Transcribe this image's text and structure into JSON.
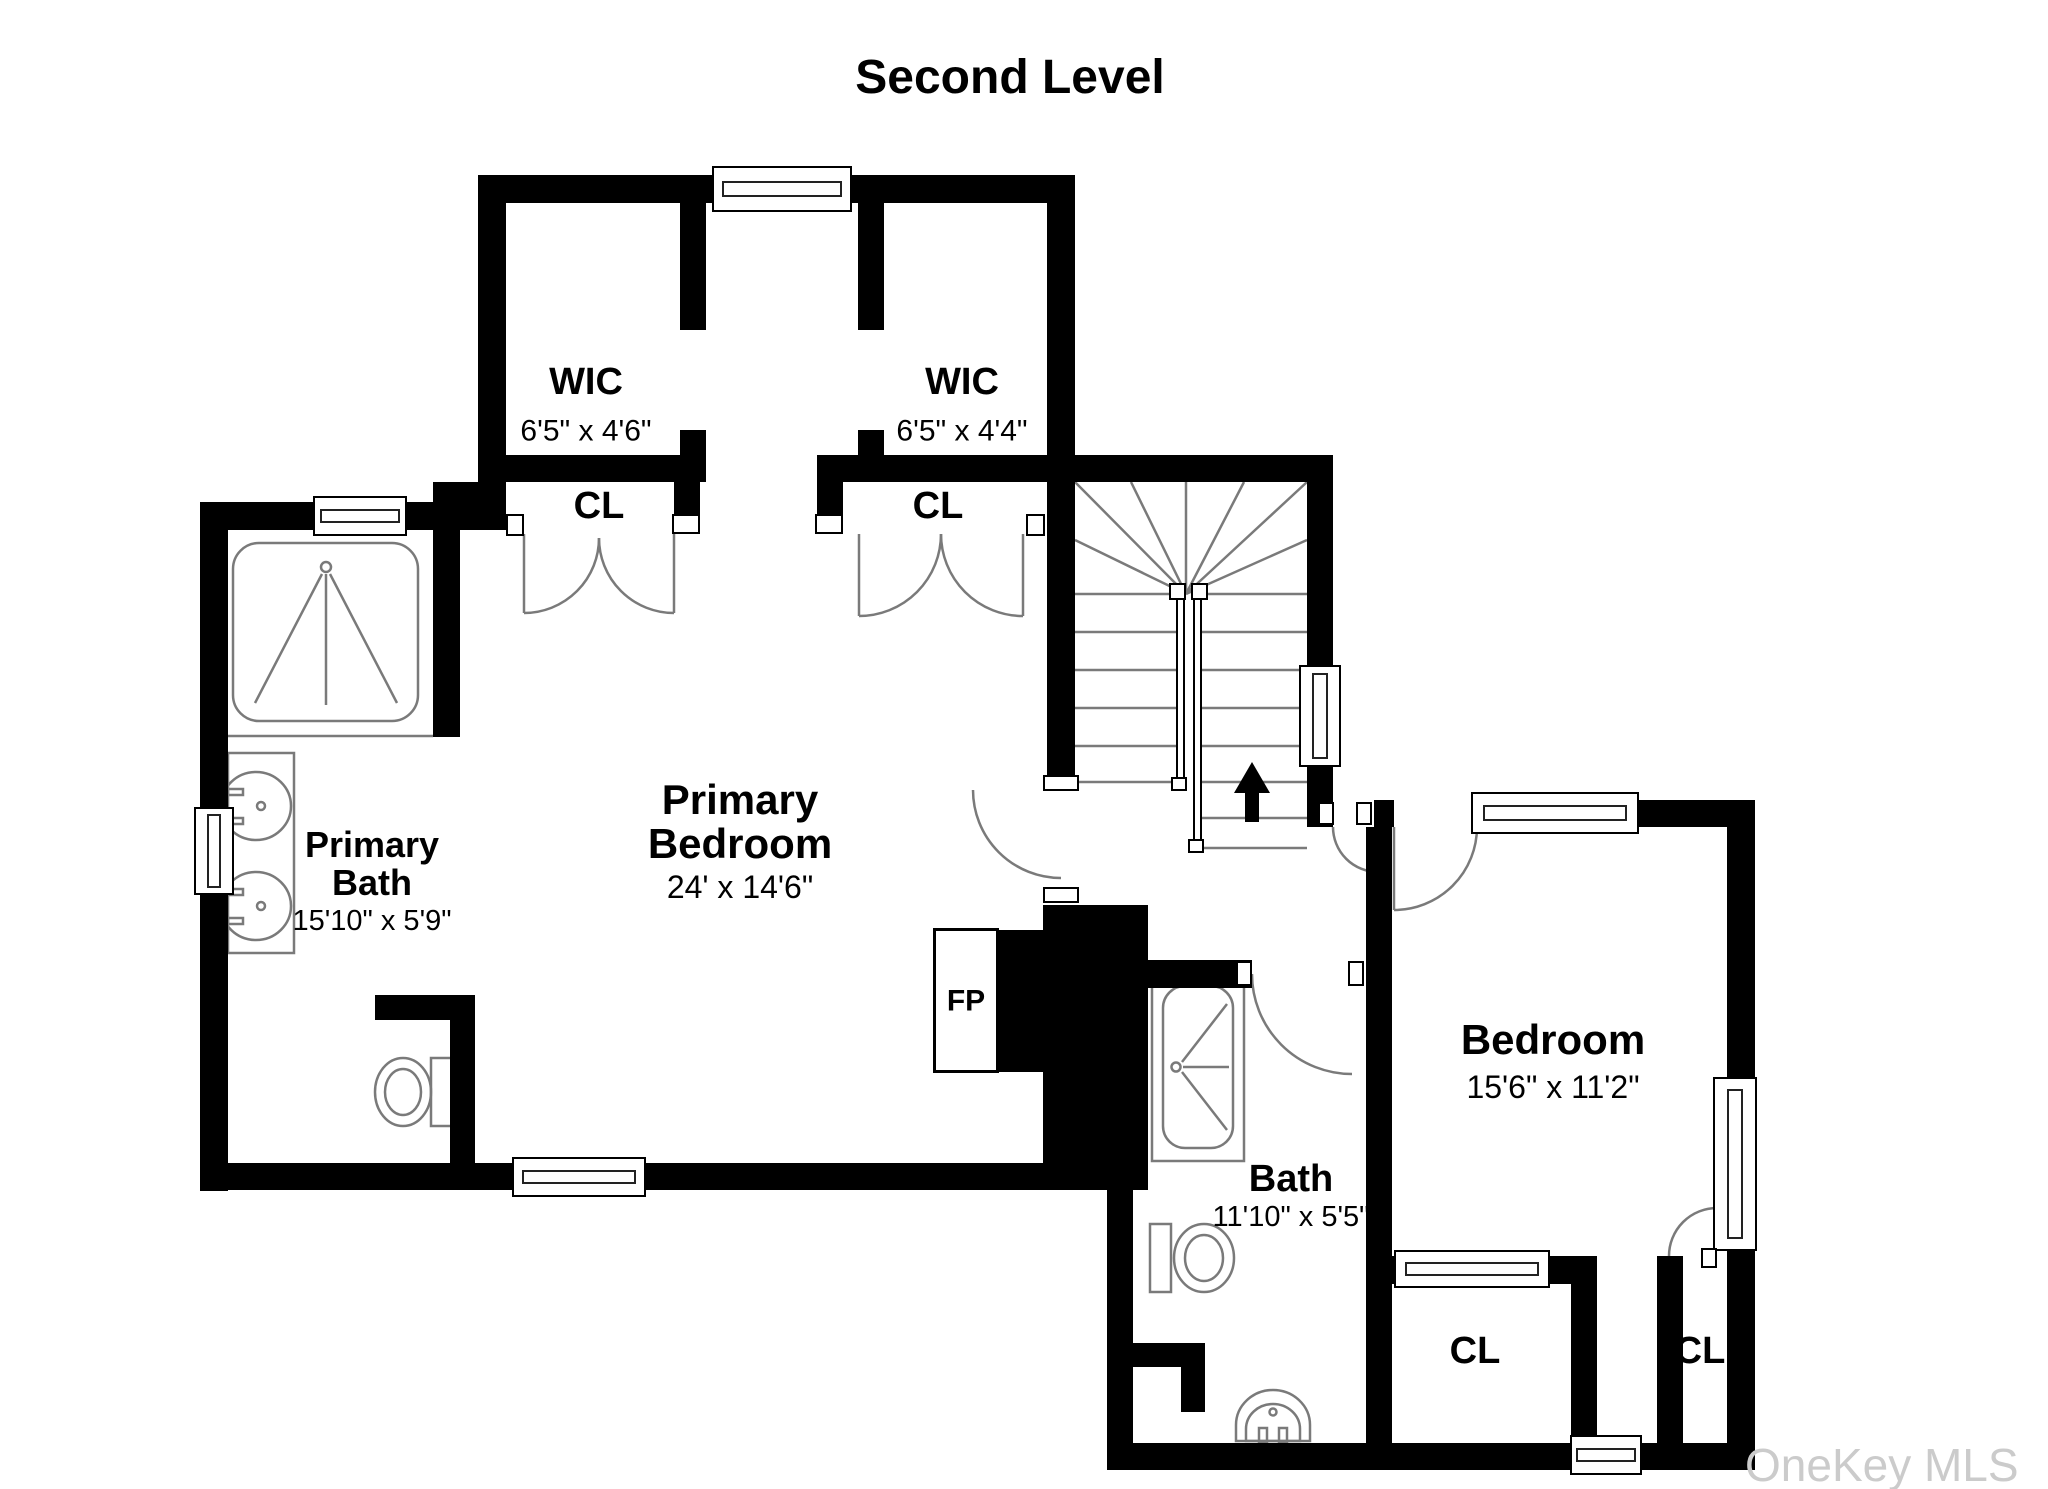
{
  "title": "Second Level",
  "watermark": "OneKey MLS",
  "rooms": {
    "wic_left": {
      "name": "WIC",
      "dims": "6'5\" x 4'6\""
    },
    "wic_right": {
      "name": "WIC",
      "dims": "6'5\" x 4'4\""
    },
    "closet_left": {
      "name": "CL"
    },
    "closet_right": {
      "name": "CL"
    },
    "primary_bedroom": {
      "name": "Primary Bedroom",
      "dims": "24' x 14'6\""
    },
    "primary_bath": {
      "name": "Primary Bath",
      "dims": "15'10\" x 5'9\""
    },
    "fireplace": {
      "name": "FP"
    },
    "bath": {
      "name": "Bath",
      "dims": "11'10\" x 5'5\""
    },
    "bedroom": {
      "name": "Bedroom",
      "dims": "15'6\" x 11'2\""
    },
    "bedroom_closet_left": {
      "name": "CL"
    },
    "bedroom_closet_right": {
      "name": "CL"
    }
  },
  "colors": {
    "wall": "#000000",
    "fixture_line": "#7a7a7a",
    "watermark": "#cbcbcb"
  }
}
